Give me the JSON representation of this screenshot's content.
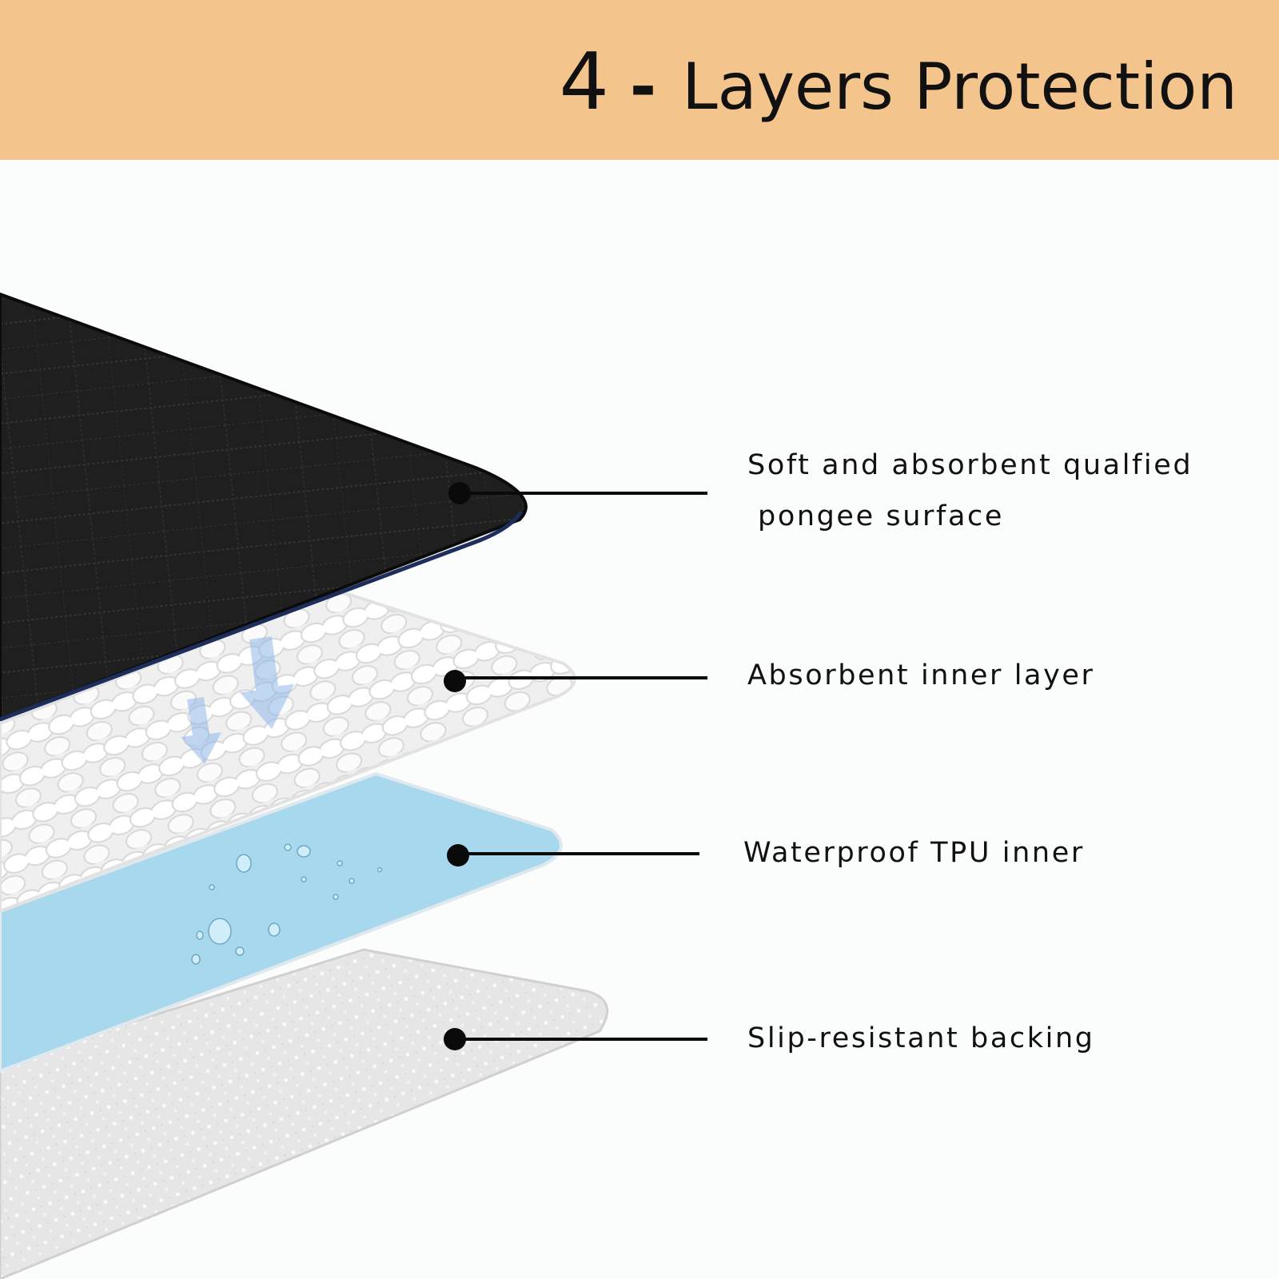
{
  "banner": {
    "number": "4",
    "dash": "-",
    "title": "Layers Protection",
    "color": "#f4c48d"
  },
  "layers": [
    {
      "label_line1": "Soft and absorbent qualfied",
      "label_line2": "pongee surface",
      "color": "#1e1e1e"
    },
    {
      "label_line1": "Absorbent inner layer",
      "color": "#f5f5f5"
    },
    {
      "label_line1": "Waterproof TPU inner",
      "color": "#a9d9ee"
    },
    {
      "label_line1": "Slip-resistant backing",
      "color": "#e3e3e3"
    }
  ],
  "icons": [
    "down-arrow-icon",
    "water-droplet-icon"
  ]
}
